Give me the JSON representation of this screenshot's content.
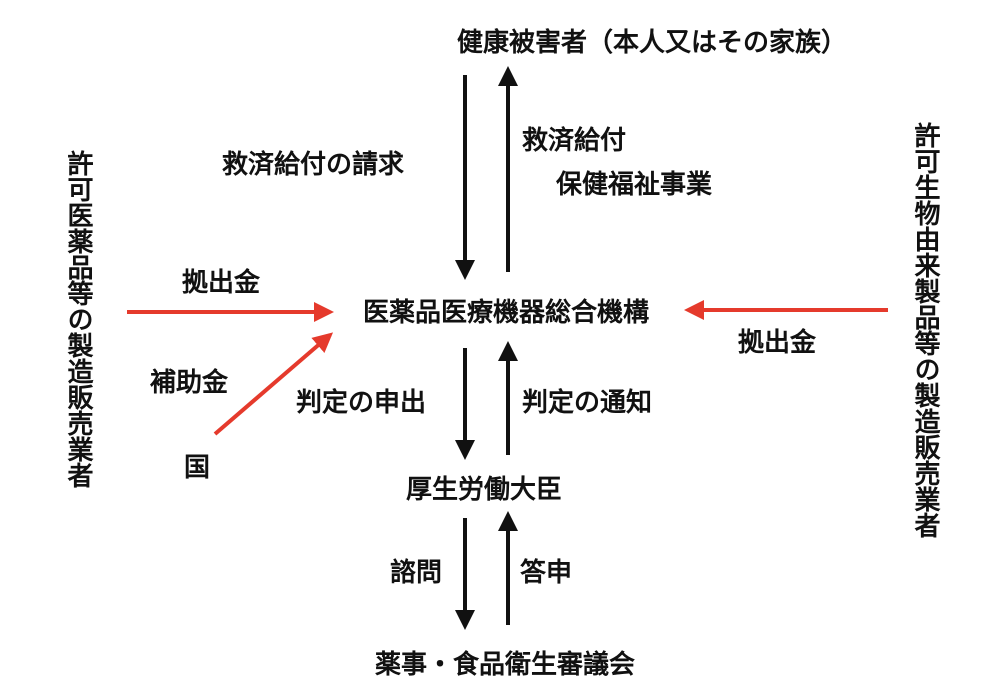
{
  "nodes": {
    "victim": "健康被害者（本人又はその家族）",
    "pmda": "医薬品医療機器総合機構",
    "minister": "厚生労働大臣",
    "council": "薬事・食品衛生審議会",
    "left_maker": "許可医薬品等の製造販売業者",
    "right_maker": "許可生物由来製品等の製造販売業者",
    "state": "国"
  },
  "labels": {
    "claim": "救済給付の請求",
    "benefit_line1": "救済給付",
    "benefit_line2": "保健福祉事業",
    "contribution_left": "拠出金",
    "contribution_right": "拠出金",
    "subsidy": "補助金",
    "request_judgment": "判定の申出",
    "notify_judgment": "判定の通知",
    "consult": "諮問",
    "report": "答申"
  },
  "colors": {
    "arrow": "#111111",
    "money_arrow": "#e53a2c"
  }
}
